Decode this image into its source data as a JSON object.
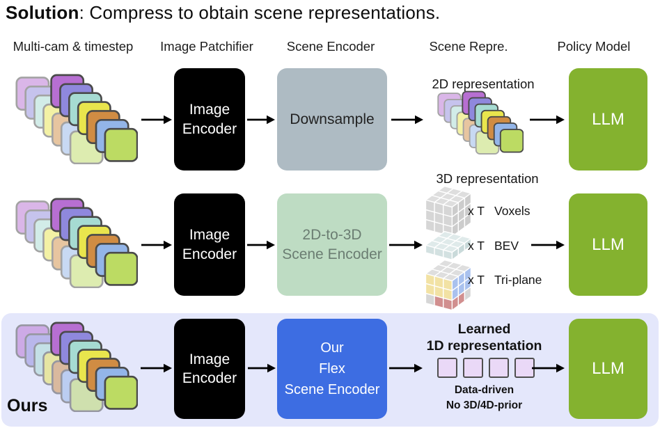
{
  "title": {
    "lead": "Solution",
    "rest": ": Compress to obtain scene representations."
  },
  "column_headers": {
    "multicam": "Multi-cam & timestep",
    "patchifier": "Image Patchifier",
    "scene_encoder": "Scene Encoder",
    "scene_repre": "Scene Repre.",
    "policy_model": "Policy Model"
  },
  "row_downsample": {
    "image_encoder": {
      "line1": "Image",
      "line2": "Encoder"
    },
    "scene_encoder": "Downsample",
    "repre_label": "2D representation",
    "llm": "LLM"
  },
  "row_3d": {
    "image_encoder": {
      "line1": "Image",
      "line2": "Encoder"
    },
    "scene_encoder": {
      "line1": "2D-to-3D",
      "line2": "Scene Encoder"
    },
    "repre_label": "3D representation",
    "reps": [
      {
        "mult": "x T",
        "name": "Voxels"
      },
      {
        "mult": "x T",
        "name": "BEV"
      },
      {
        "mult": "x T",
        "name": "Tri-plane"
      }
    ],
    "llm": "LLM"
  },
  "row_ours": {
    "tag": "Ours",
    "image_encoder": {
      "line1": "Image",
      "line2": "Encoder"
    },
    "scene_encoder": {
      "line1": "Our",
      "line2": "Flex",
      "line3": "Scene Encoder"
    },
    "repre_title": {
      "line1": "Learned",
      "line2": "1D representation"
    },
    "token_count": 4,
    "notes": {
      "line1": "Data-driven",
      "line2": "No 3D/4D-prior"
    },
    "llm": "LLM"
  },
  "colors": {
    "black_box": "#000000",
    "downsample_gray": "#aebbc3",
    "downsample_text": "#222222",
    "encoder_light_green": "#bedcc3",
    "encoder_light_green_text": "#6b7d72",
    "flex_blue": "#3d6de2",
    "llm_green": "#84b22f",
    "ours_band_lavender": "#e4e7fb",
    "token_purple": "#ead9f7",
    "camera_stack": [
      "#b76fd2",
      "#8f88dd",
      "#a6dbd2",
      "#e9e54d",
      "#d08c43",
      "#93b5e8",
      "#bcdb63"
    ],
    "voxel": {
      "front": "#d6d6d6",
      "right": "#cccccc",
      "top": "#dedede"
    },
    "bev": {
      "front": "#d3e1e1",
      "right": "#c9dada",
      "top": "#dfeaea"
    },
    "triplane": {
      "yellow": "#f2e2a4",
      "blue": "#a9c1ee",
      "red": "#d18f8f",
      "gray": "#d6d6d6"
    }
  }
}
